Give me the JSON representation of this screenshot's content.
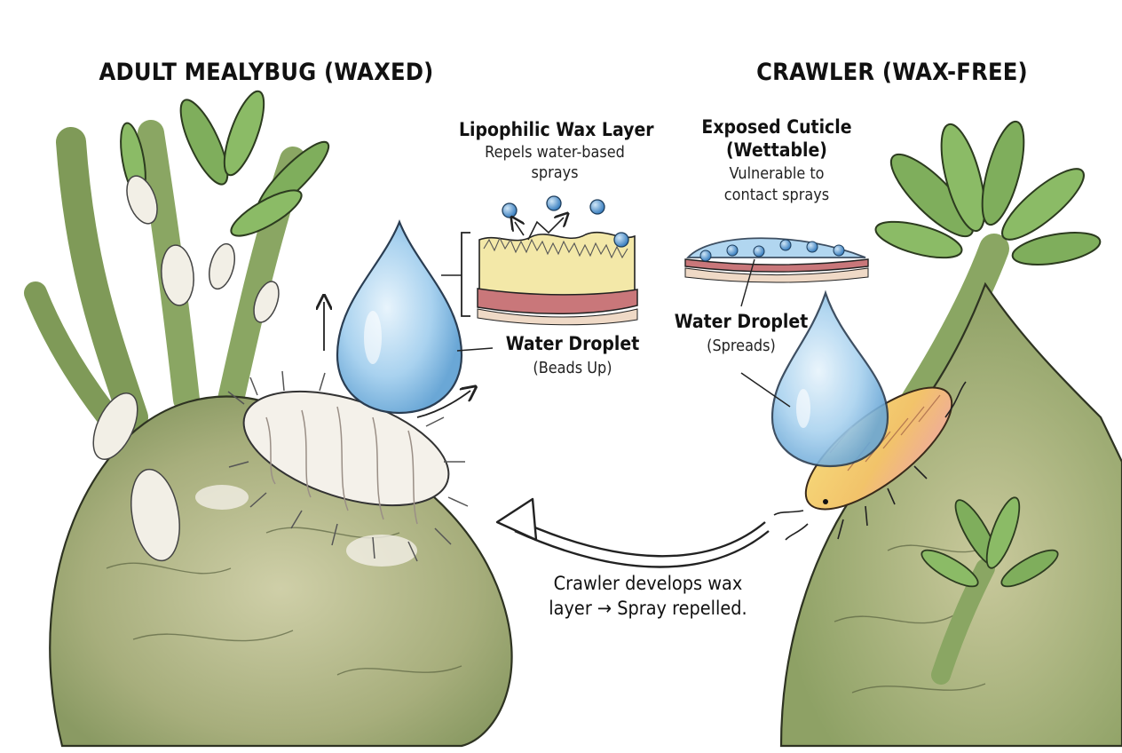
{
  "titles": {
    "adult": "ADULT MEALYBUG (WAXED)",
    "crawler": "CRAWLER (WAX-FREE)"
  },
  "wax_layer": {
    "title": "Lipophilic Wax Layer",
    "desc_line1": "Repels water-based",
    "desc_line2": "sprays"
  },
  "cuticle": {
    "title_line1": "Exposed Cuticle",
    "title_line2": "(Wettable)",
    "desc_line1": "Vulnerable to",
    "desc_line2": "contact sprays"
  },
  "droplet_left": {
    "title": "Water Droplet",
    "sub": "(Beads Up)"
  },
  "droplet_right": {
    "title": "Water Droplet",
    "sub": "(Spreads)"
  },
  "caption": {
    "line1": "Crawler develops wax",
    "line2": "layer → Spray repelled."
  },
  "colors": {
    "water": "#a9d2ef",
    "plant_green": "#7fae5c",
    "stem": "#b7b98a",
    "wax": "#f2efe6",
    "crawler_body": "#f2c36a",
    "crawler_pink": "#efa6a6",
    "cuticle_red": "#c9777a",
    "wax_yellow": "#f3e8a8"
  }
}
